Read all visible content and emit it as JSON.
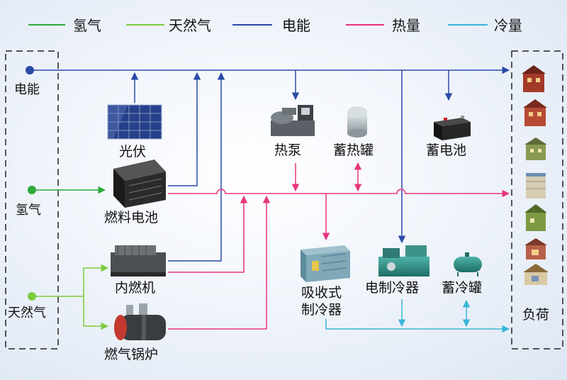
{
  "legend": {
    "hydrogen": {
      "label": "氢气",
      "color": "#2daa3a"
    },
    "natural_gas": {
      "label": "天然气",
      "color": "#7ccc3c"
    },
    "electricity": {
      "label": "电能",
      "color": "#2a4aa8"
    },
    "heat": {
      "label": "热量",
      "color": "#e8357e"
    },
    "cooling": {
      "label": "冷量",
      "color": "#3ab6d6"
    }
  },
  "sources": {
    "electricity": "电能",
    "hydrogen": "氢气",
    "natural_gas": "天然气"
  },
  "devices": {
    "pv": "光伏",
    "fuel_cell": "燃料电池",
    "ice": "内燃机",
    "boiler": "燃气锅炉",
    "heat_pump": "热泵",
    "heat_tank": "蓄热罐",
    "battery": "蓄电池",
    "absorption_chiller_line1": "吸收式",
    "absorption_chiller_line2": "制冷器",
    "electric_chiller": "电制冷器",
    "cold_tank": "蓄冷罐"
  },
  "load": "负荷"
}
